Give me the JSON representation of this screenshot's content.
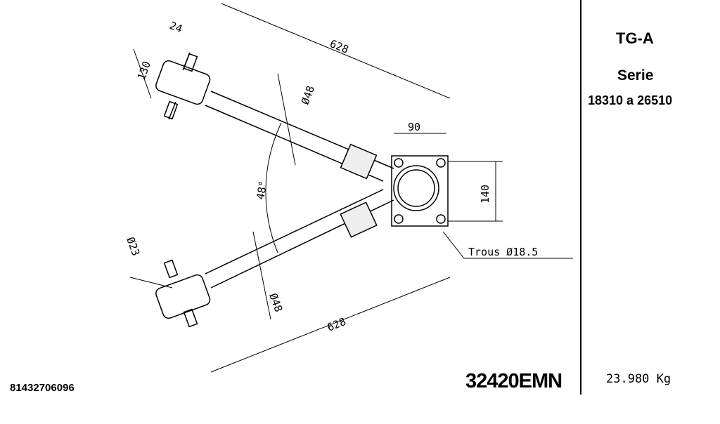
{
  "title_block": {
    "model": "TG-A",
    "serie_label": "Serie",
    "serie_range": "18310 a 26510",
    "part_code": "32420EMN",
    "weight": "23.980 Kg",
    "reference": "81432706096"
  },
  "dimensions": {
    "top_pin_width": "24",
    "top_arm_length": "628",
    "top_bush_width": "130",
    "top_arm_diameter": "Ø48",
    "flange_width": "90",
    "flange_height": "140",
    "angle": "48°",
    "holes": "Trous Ø18.5",
    "bottom_pin_diameter": "Ø23",
    "bottom_arm_diameter": "Ø48",
    "bottom_arm_length": "628"
  }
}
